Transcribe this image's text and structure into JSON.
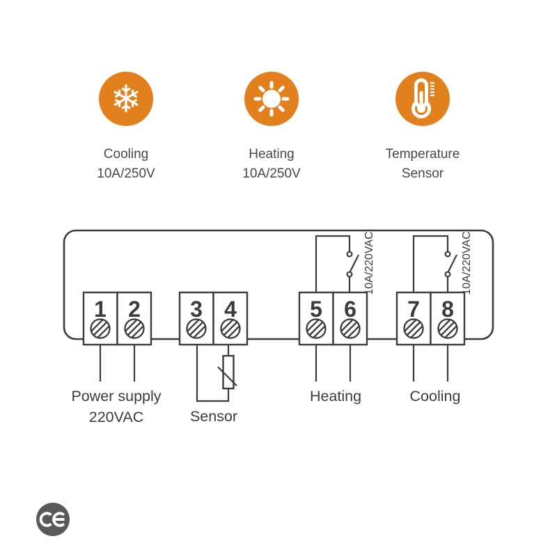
{
  "colors": {
    "accent_orange": "#E2801E",
    "line_dark": "#3B3B3B",
    "label_gray": "#474747",
    "ce_badge_gray": "#58595B"
  },
  "features": [
    {
      "icon": "snowflake",
      "label": "Cooling",
      "sub": "10A/250V"
    },
    {
      "icon": "sun",
      "label": "Heating",
      "sub": "10A/250V"
    },
    {
      "icon": "thermometer",
      "label": "Temperature",
      "sub": "Sensor"
    }
  ],
  "diagram": {
    "terminals": [
      "1",
      "2",
      "3",
      "4",
      "5",
      "6",
      "7",
      "8"
    ],
    "power_label_line1": "Power supply",
    "power_label_line2": "220VAC",
    "sensor_label": "Sensor",
    "heating_label": "Heating",
    "cooling_label": "Cooling",
    "relay_rating": "10A/220VAC"
  },
  "footer": {
    "ce_mark": "CE"
  }
}
